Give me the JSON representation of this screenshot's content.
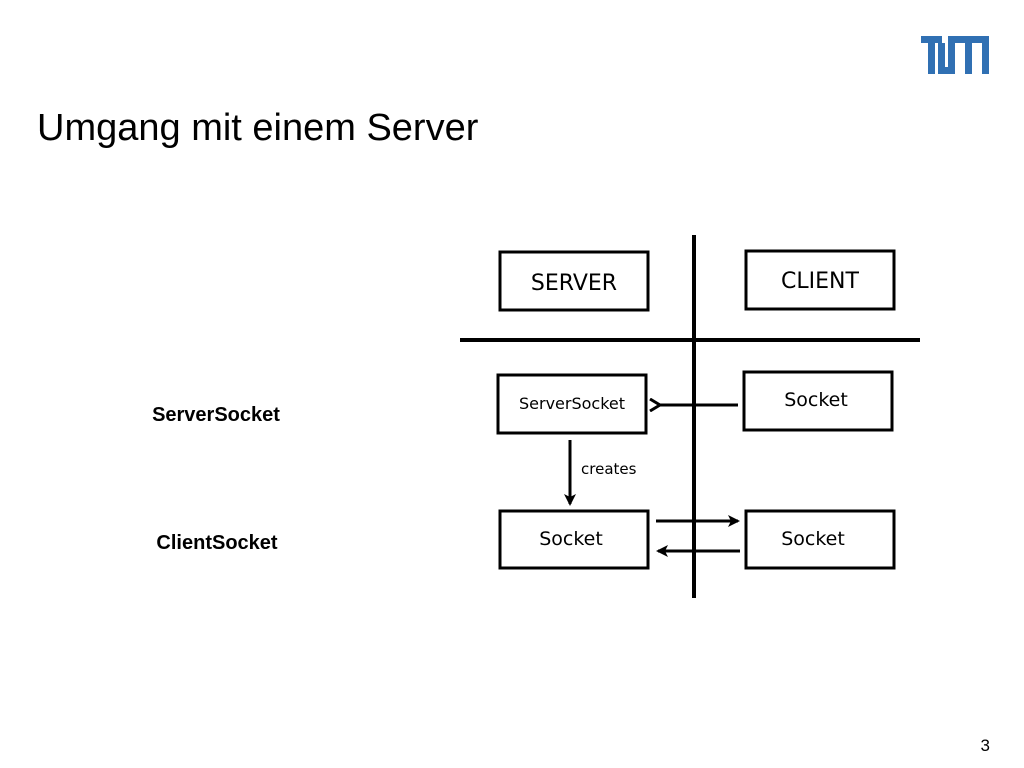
{
  "slide": {
    "title": "Umgang mit einem Server",
    "page_number": "3",
    "logo_text": "TUM"
  },
  "side_labels": {
    "server_socket": "ServerSocket",
    "client_socket": "ClientSocket"
  },
  "diagram": {
    "nodes": {
      "server_header": "SERVER",
      "client_header": "CLIENT",
      "server_socket": "ServerSocket",
      "client_socket": "Socket",
      "server_side_socket": "Socket",
      "client_side_socket": "Socket"
    },
    "edges": {
      "creates_label": "creates"
    }
  },
  "colors": {
    "logo": "#3070b3",
    "foreground": "#000000",
    "background": "#ffffff"
  }
}
